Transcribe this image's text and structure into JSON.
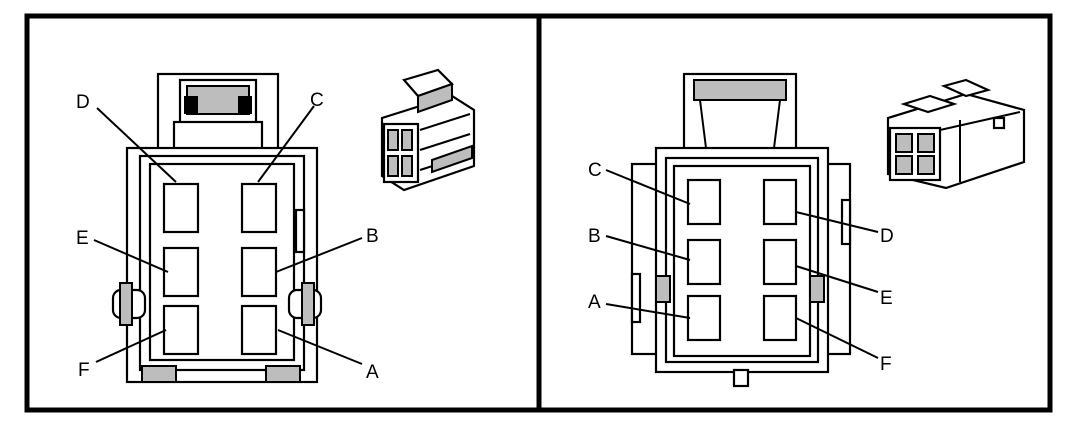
{
  "panels": [
    {
      "name": "left-connector",
      "cavity_labels": [
        "D",
        "C",
        "E",
        "B",
        "F",
        "A"
      ]
    },
    {
      "name": "right-connector",
      "cavity_labels": [
        "C",
        "D",
        "B",
        "E",
        "A",
        "F"
      ]
    }
  ],
  "colors": {
    "line": "#000000",
    "fill": "#ffffff",
    "shade": "#bdbdbd"
  }
}
